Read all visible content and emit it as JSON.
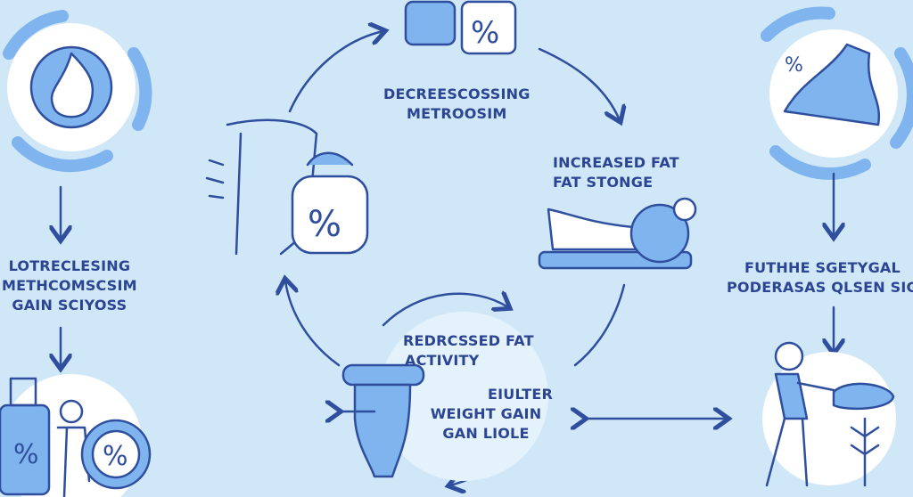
{
  "colors": {
    "background": "#cfe7f7",
    "stroke": "#2f4f9e",
    "fill": "#7fb4ee",
    "white": "#ffffff"
  },
  "labels": {
    "top_center": [
      "DECREESCOSSING",
      "METROOSIM"
    ],
    "right_upper": [
      "INCREASED FAT",
      "FAT STONGE"
    ],
    "left_middle": [
      "LOTRECLESING",
      "METHCOMSCSIM",
      "GAIN SCIYOSS"
    ],
    "right_middle": [
      "FUTHHE SGETYGAL",
      "PODERASAS QLSEN SIG"
    ],
    "bottom_center_a": [
      "REDRCSSED FAT",
      "ACTIVITY"
    ],
    "bottom_center_b": [
      "EIULTER",
      "WEIGHT GAIN",
      "GAN LIOLE"
    ]
  },
  "icons": [
    "fire-icon",
    "cycle-arrows-icon",
    "percent-jar-icon",
    "body-percent-icon",
    "lying-person-icon",
    "digestive-organ-icon",
    "person-with-bottle-icon",
    "funnel-icon",
    "person-shoveling-icon",
    "wheat-icon",
    "double-arrow-icon"
  ]
}
